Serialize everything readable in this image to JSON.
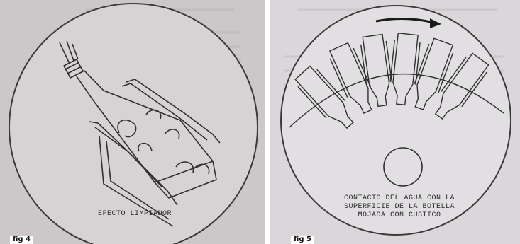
{
  "figures": [
    {
      "caption": "EFECTO LIMPIADOR",
      "tag": "fig 4"
    },
    {
      "caption_lines": [
        "CONTACTO DEL AGUA CON LA",
        "SUPERFICIE DE LA BOTELLA",
        "MOJADA CON CUSTICO"
      ],
      "tag": "fig 5"
    }
  ]
}
